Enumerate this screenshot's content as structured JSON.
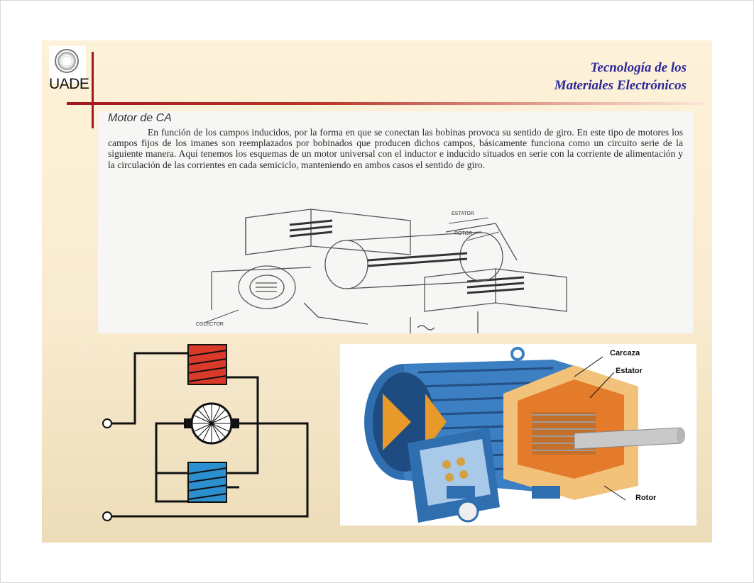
{
  "header": {
    "logo_text": "UADE",
    "title_line1": "Tecnología de los",
    "title_line2": "Materiales Electrónicos"
  },
  "scan": {
    "heading": "Motor de CA",
    "paragraph": "En función de los campos inducidos, por la forma en que se conectan las bobinas provoca su sentido de giro. En este tipo de motores los campos fijos de los imanes son reemplazados por bobinados que producen dichos campos, básicamente funciona como un circuito serie de la siguiente manera. Aquí tenemos los esquemas de un motor universal con el inductor e inducido situados en serie con la corriente de alimentación y la circulación de las corrientes en cada semiciclo, manteniendo en ambos casos el sentido de giro.",
    "labels": {
      "estator": "ESTATOR",
      "rotor": "ROTOR",
      "colector": "COLECTOR"
    }
  },
  "motor": {
    "labels": {
      "carcaza": "Carcaza",
      "estator": "Estator",
      "rotor": "Rotor"
    }
  },
  "colors": {
    "title": "#2c279a",
    "accent_red": "#a3171c",
    "coil_red": "#d93a2a",
    "coil_blue": "#2b8fd0",
    "motor_blue": "#2f6fb0"
  }
}
